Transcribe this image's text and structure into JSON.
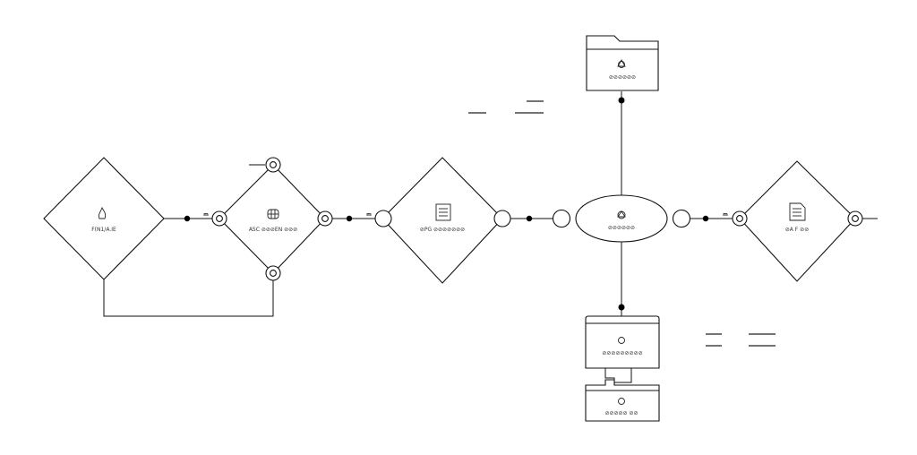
{
  "nodes": {
    "start": {
      "label": "F(N1/A.IE",
      "icon": "flame-icon"
    },
    "hub": {
      "label": "ASC ⊘⊘⊘EN ⊘⊘⊘",
      "icon": "chip-icon"
    },
    "process": {
      "label": "⊘PG ⊘⊘⊘⊘⊘⊘⊘",
      "icon": "document-icon"
    },
    "center": {
      "label": "⊘⊘⊘⊘⊘⊘",
      "icon": "recycle-icon"
    },
    "end": {
      "label": "⊘A F ⊘⊘",
      "icon": "page-icon"
    },
    "folder": {
      "label": "⊘⊘⊘⊘⊘⊘",
      "icon": "recycle-icon"
    },
    "cabinet_top": {
      "label": "⊘⊘⊘⊘⊘⊘⊘⊘⊘",
      "icon": "recycle-icon"
    },
    "cabinet_bottom": {
      "label": "⊘⊘⊘⊘⊘ ⊘⊘",
      "icon": "recycle-icon"
    }
  },
  "port_labels": {
    "hub_in": "m",
    "process_in": "m",
    "end_in": "m"
  }
}
